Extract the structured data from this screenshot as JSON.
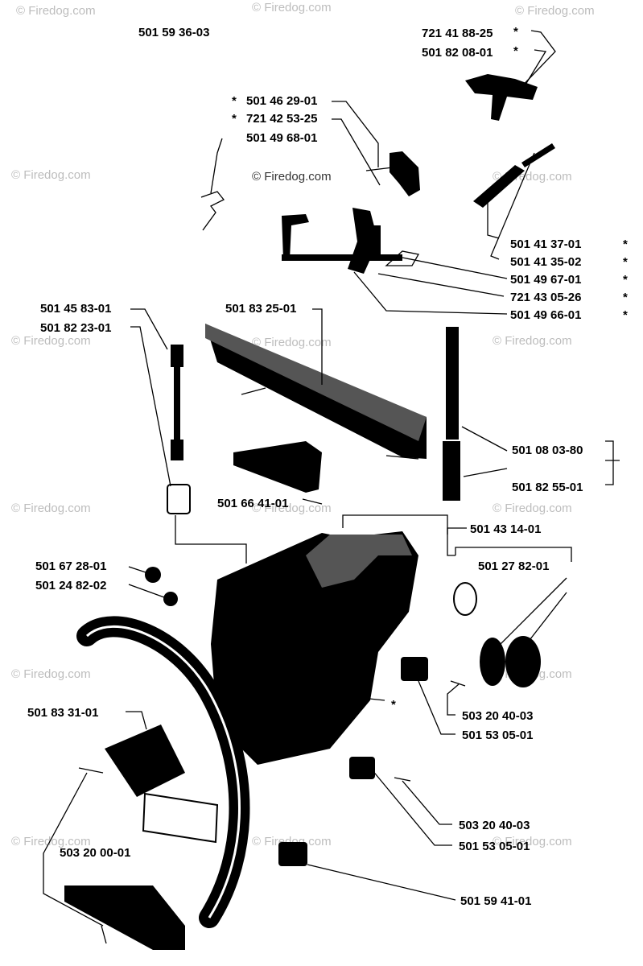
{
  "watermark": "© Firedog.com",
  "watermark_center": "© Firedog.com",
  "labels": {
    "top_center": "501 59 36-03",
    "tr_1": "721 41 88-25",
    "tr_1_star": "*",
    "tr_2": "501 82 08-01",
    "tr_2_star": "*",
    "tl_1": "501 46 29-01",
    "tl_1_star": "*",
    "tl_2": "721 42 53-25",
    "tl_2_star": "*",
    "tl_3": "501 49 68-01",
    "r_1": "501 41 37-01",
    "r_2": "501 41 35-02",
    "r_3": "501 49 67-01",
    "r_4": "721 43 05-26",
    "r_5": "501 49 66-01",
    "r_star": "*",
    "l_1": "501 45 83-01",
    "l_2": "501 82 23-01",
    "mid_top": "501 83 25-01",
    "r_6": "501 08 03-80",
    "r_7": "501 82 55-01",
    "mid_1": "501 66 41-01",
    "r_8": "501 43 14-01",
    "r_9": "501 27 82-01",
    "l_3": "501 67 28-01",
    "l_4": "501 24 82-02",
    "r_10": "503 20 40-03",
    "r_11": "501 53 05-01",
    "l_5": "501 83 31-01",
    "star": "*",
    "r_12": "503 20 40-03",
    "r_13": "501 53 05-01",
    "l_6": "503 20 00-01",
    "bottom": "501 59 41-01"
  }
}
